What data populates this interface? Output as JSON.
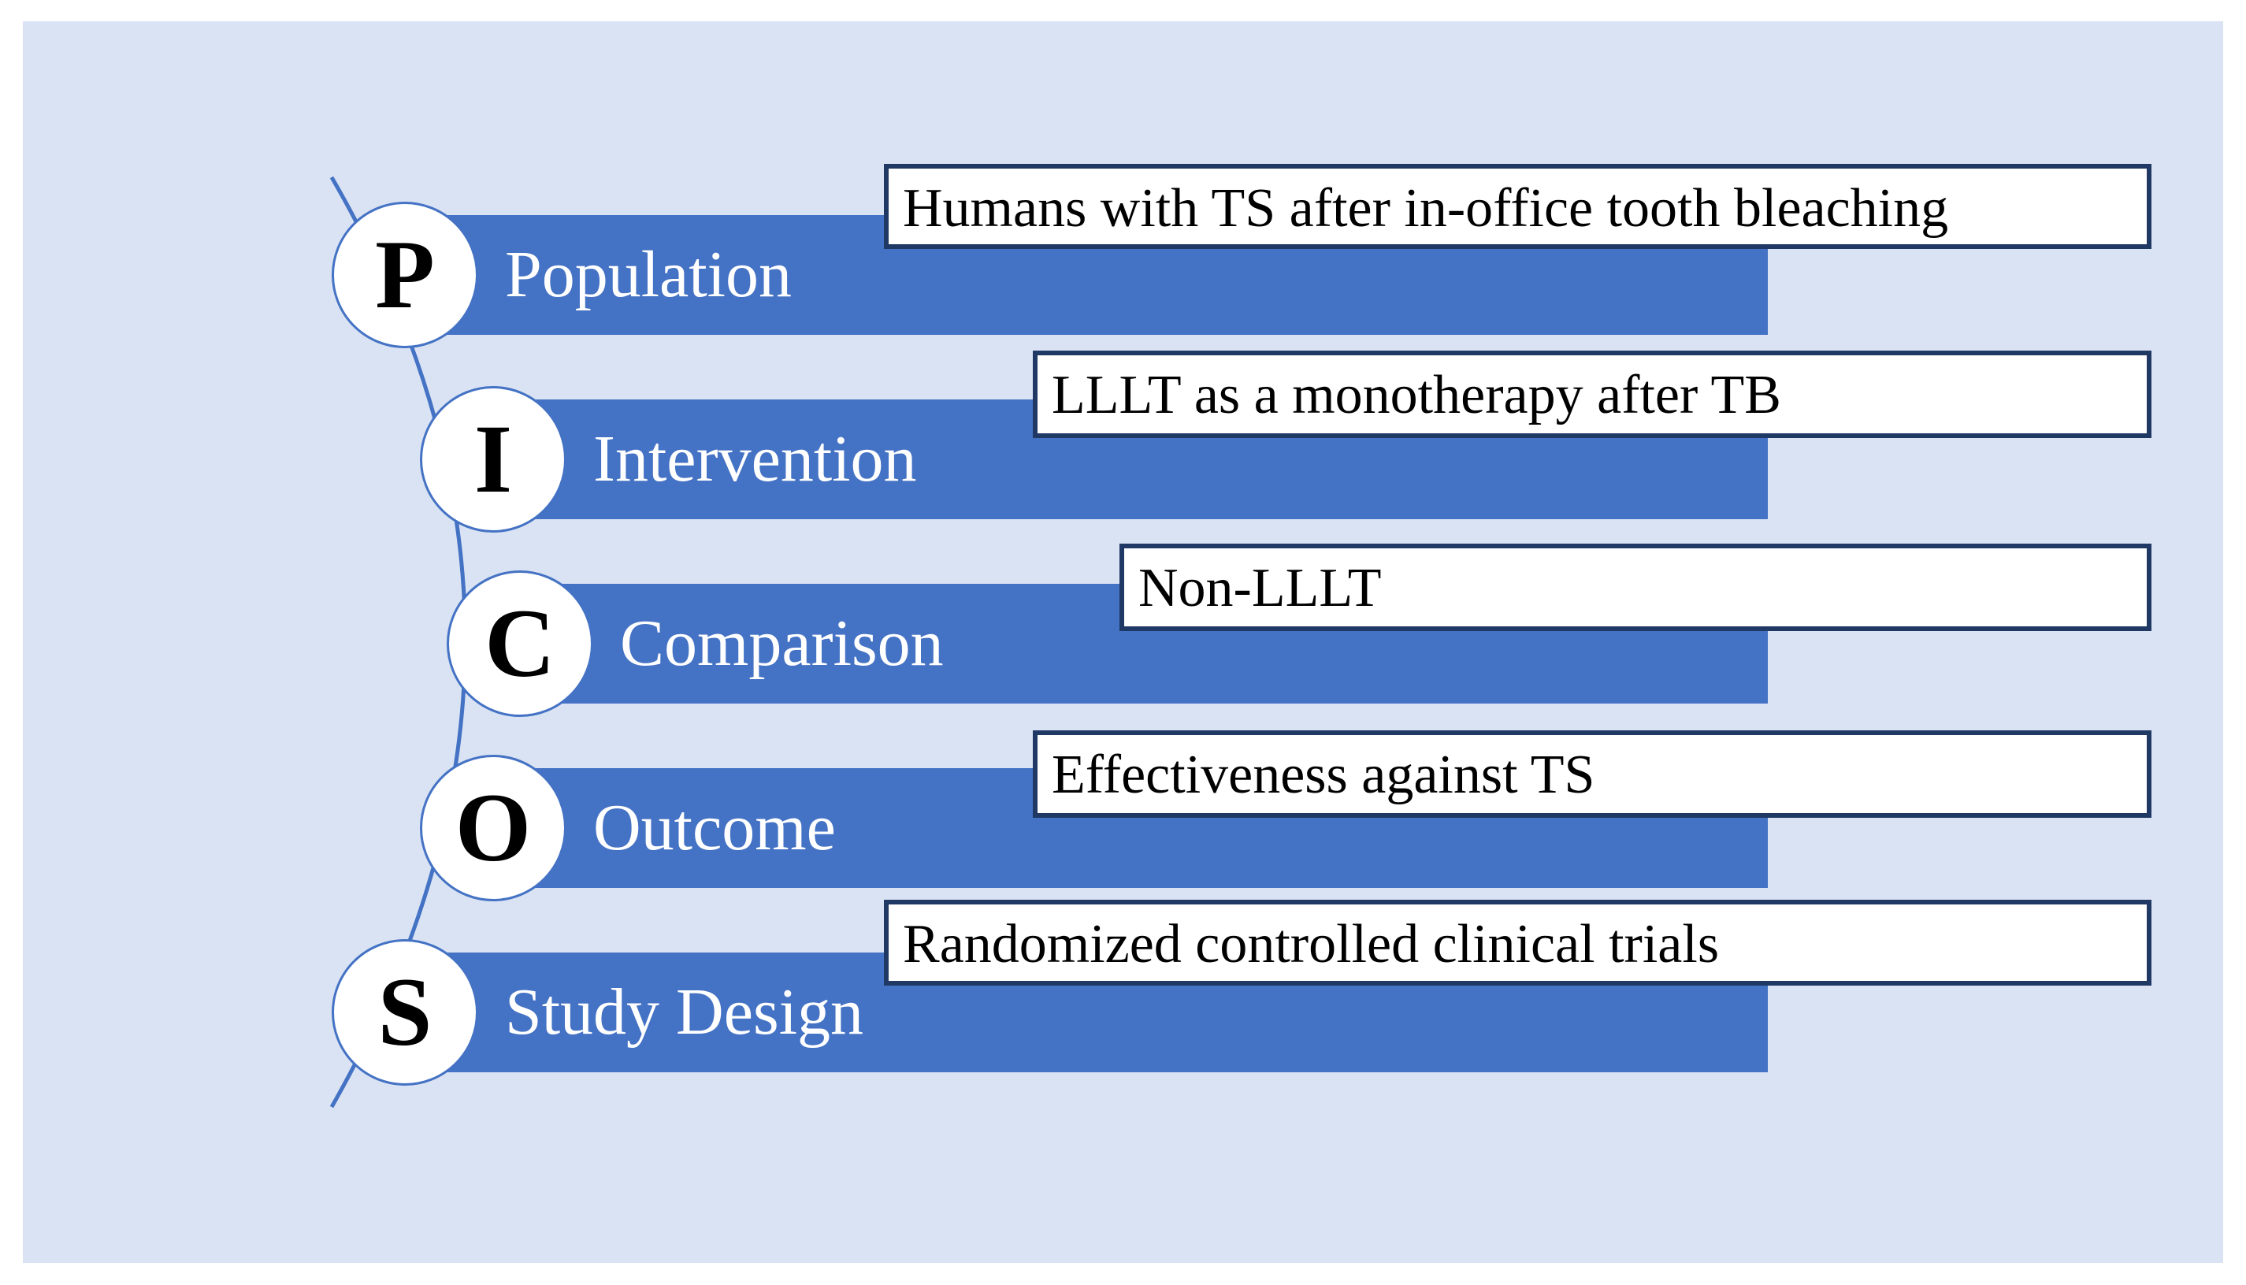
{
  "colors": {
    "background": "#dae3f3",
    "bar": "#4472c4",
    "box_border": "#1f3864",
    "curve": "#4472c4"
  },
  "items": [
    {
      "letter": "P",
      "label": "Population",
      "description": "Humans with TS after in-office tooth bleaching"
    },
    {
      "letter": "I",
      "label": "Intervention",
      "description": "LLLT as a monotherapy after TB"
    },
    {
      "letter": "C",
      "label": "Comparison",
      "description": "Non-LLLT"
    },
    {
      "letter": "O",
      "label": "Outcome",
      "description": "Effectiveness against TS"
    },
    {
      "letter": "S",
      "label": "Study Design",
      "description": "Randomized controlled clinical trials"
    }
  ]
}
